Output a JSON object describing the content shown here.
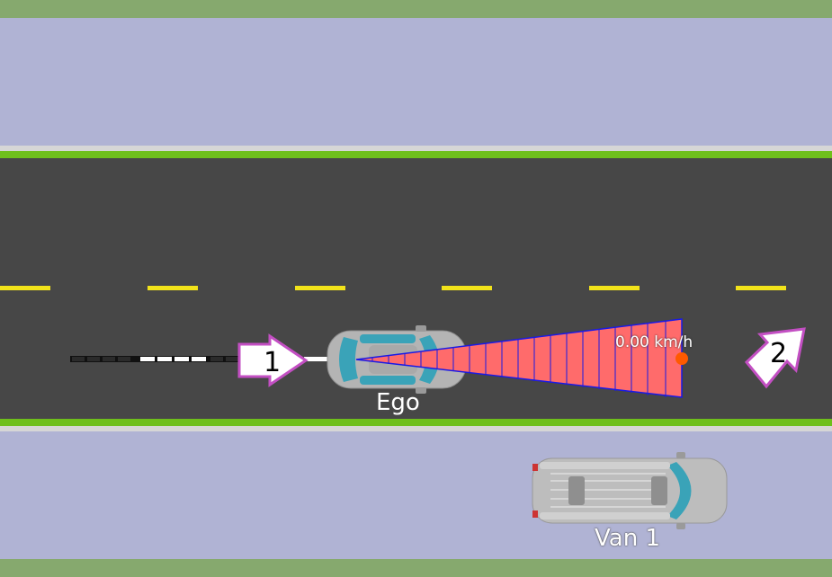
{
  "scene": {
    "colors": {
      "grass": "#86a96e",
      "sidewalk": "#b0b3d4",
      "curb": "#d6d6d6",
      "road_edge": "#6fbf1c",
      "asphalt": "#474747",
      "lane_marking": "#f2e31a",
      "sensor_fill": "#ff6b6b",
      "sensor_stroke": "#1a1ae6",
      "target_dot": "#ff5a00"
    }
  },
  "vehicles": {
    "ego": {
      "label": "Ego",
      "body_color": "#b4b4b4",
      "glass_color": "#3aa3b8"
    },
    "van": {
      "label": "Van 1",
      "body_color": "#bdbdbd",
      "glass_color": "#3aa3b8"
    }
  },
  "sensor": {
    "speed_readout": "0.00 km/h"
  },
  "waypoints": [
    {
      "number": "1",
      "icon": "arrow-right-icon"
    },
    {
      "number": "2",
      "icon": "arrow-up-right-icon"
    }
  ]
}
